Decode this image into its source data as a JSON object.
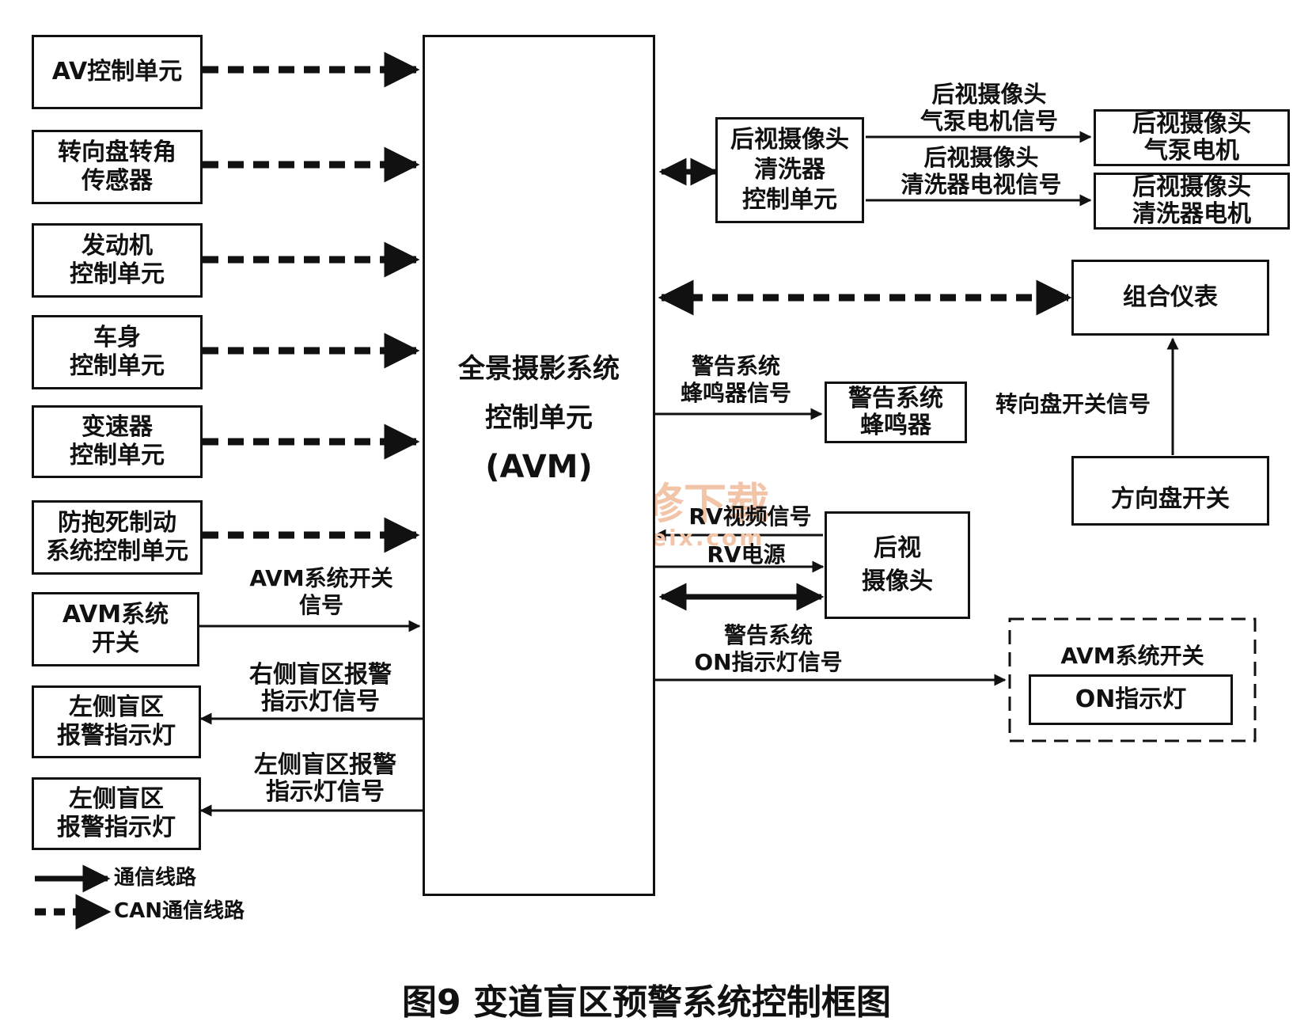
{
  "left_boxes": [
    {
      "id": "av",
      "l1": "AV控制单元",
      "l2": ""
    },
    {
      "id": "steer",
      "l1": "转向盘转角",
      "l2": "传感器"
    },
    {
      "id": "engine",
      "l1": "发动机",
      "l2": "控制单元"
    },
    {
      "id": "body",
      "l1": "车身",
      "l2": "控制单元"
    },
    {
      "id": "trans",
      "l1": "变速器",
      "l2": "控制单元"
    },
    {
      "id": "abs",
      "l1": "防抱死制动",
      "l2": "系统控制单元"
    },
    {
      "id": "avmsw",
      "l1": "AVM系统",
      "l2": "开关"
    },
    {
      "id": "rightblind",
      "l1": "左侧盲区",
      "l2": "报警指示灯"
    },
    {
      "id": "leftblind",
      "l1": "左侧盲区",
      "l2": "报警指示灯"
    }
  ],
  "center": {
    "l1": "全景摄影系统",
    "l2": "控制单元",
    "l3": "(AVM)"
  },
  "right_boxes": {
    "washer_ctrl": {
      "l1": "后视摄像头",
      "l2": "清洗器",
      "l3": "控制单元"
    },
    "pump_motor": {
      "l1": "后视摄像头",
      "l2": "气泵电机"
    },
    "washer_motor": {
      "l1": "后视摄像头",
      "l2": "清洗器电机"
    },
    "meter": {
      "l1": "组合仪表"
    },
    "buzzer": {
      "l1": "警告系统",
      "l2": "蜂鸣器"
    },
    "wheel_switch": {
      "l1": "方向盘开关"
    },
    "rear_camera": {
      "l1": "后视",
      "l2": "摄像头"
    },
    "avm_indicator": {
      "outer": "AVM系统开关",
      "inner": "ON指示灯"
    }
  },
  "signal_labels": {
    "avm_switch": {
      "l1": "AVM系统开关",
      "l2": "信号"
    },
    "right_blind": {
      "l1": "右侧盲区报警",
      "l2": "指示灯信号"
    },
    "left_blind": {
      "l1": "左侧盲区报警",
      "l2": "指示灯信号"
    },
    "pump_signal": {
      "l1": "后视摄像头",
      "l2": "气泵电机信号"
    },
    "washer_signal": {
      "l1": "后视摄像头",
      "l2": "清洗器电视信号"
    },
    "buzzer_signal": {
      "l1": "警告系统",
      "l2": "蜂鸣器信号"
    },
    "steer_switch_signal": {
      "l1": "转向盘开关信号"
    },
    "rv_video": {
      "l1": "RV视频信号"
    },
    "rv_power": {
      "l1": "RV电源"
    },
    "on_indicator_signal": {
      "l1": "警告系统",
      "l2": "ON指示灯信号"
    }
  },
  "legend": {
    "comm": "通信线路",
    "can": "CAN通信线路"
  },
  "watermark": {
    "l1": "精通维修下载",
    "l2": "www.gzweix.com"
  },
  "caption": "图9 变道盲区预警系统控制框图"
}
